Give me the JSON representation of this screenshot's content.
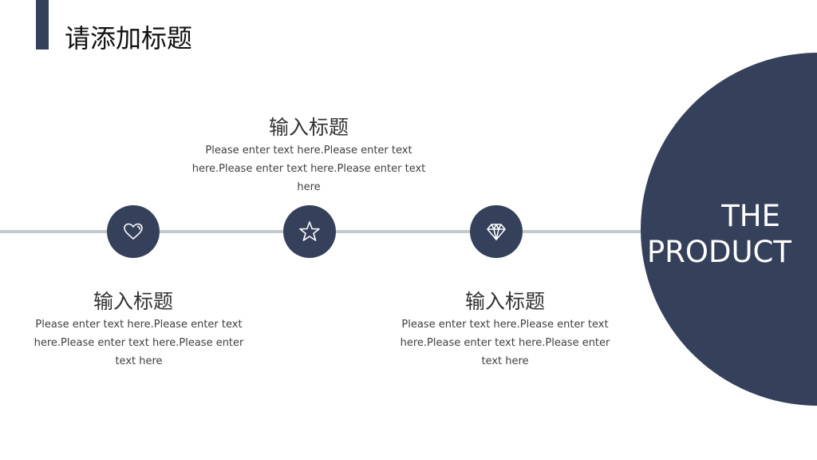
{
  "header": {
    "title": "请添加标题"
  },
  "timeline": {
    "line_color": "#c3cacc",
    "node_color": "#35405b",
    "nodes": [
      {
        "icon": "heart-icon"
      },
      {
        "icon": "star-icon"
      },
      {
        "icon": "diamond-icon"
      }
    ]
  },
  "blocks": [
    {
      "title": "输入标题",
      "text": "Please enter text here.Please enter text here.Please enter text here.Please enter text here"
    },
    {
      "title": "输入标题",
      "text": "Please enter text here.Please enter text here.Please enter text here.Please enter text here"
    },
    {
      "title": "输入标题",
      "text": "Please enter text here.Please enter text here.Please enter text here.Please enter text here"
    }
  ],
  "feature": {
    "line1": "THE",
    "line2": "PRODUCT",
    "color": "#35405b"
  }
}
